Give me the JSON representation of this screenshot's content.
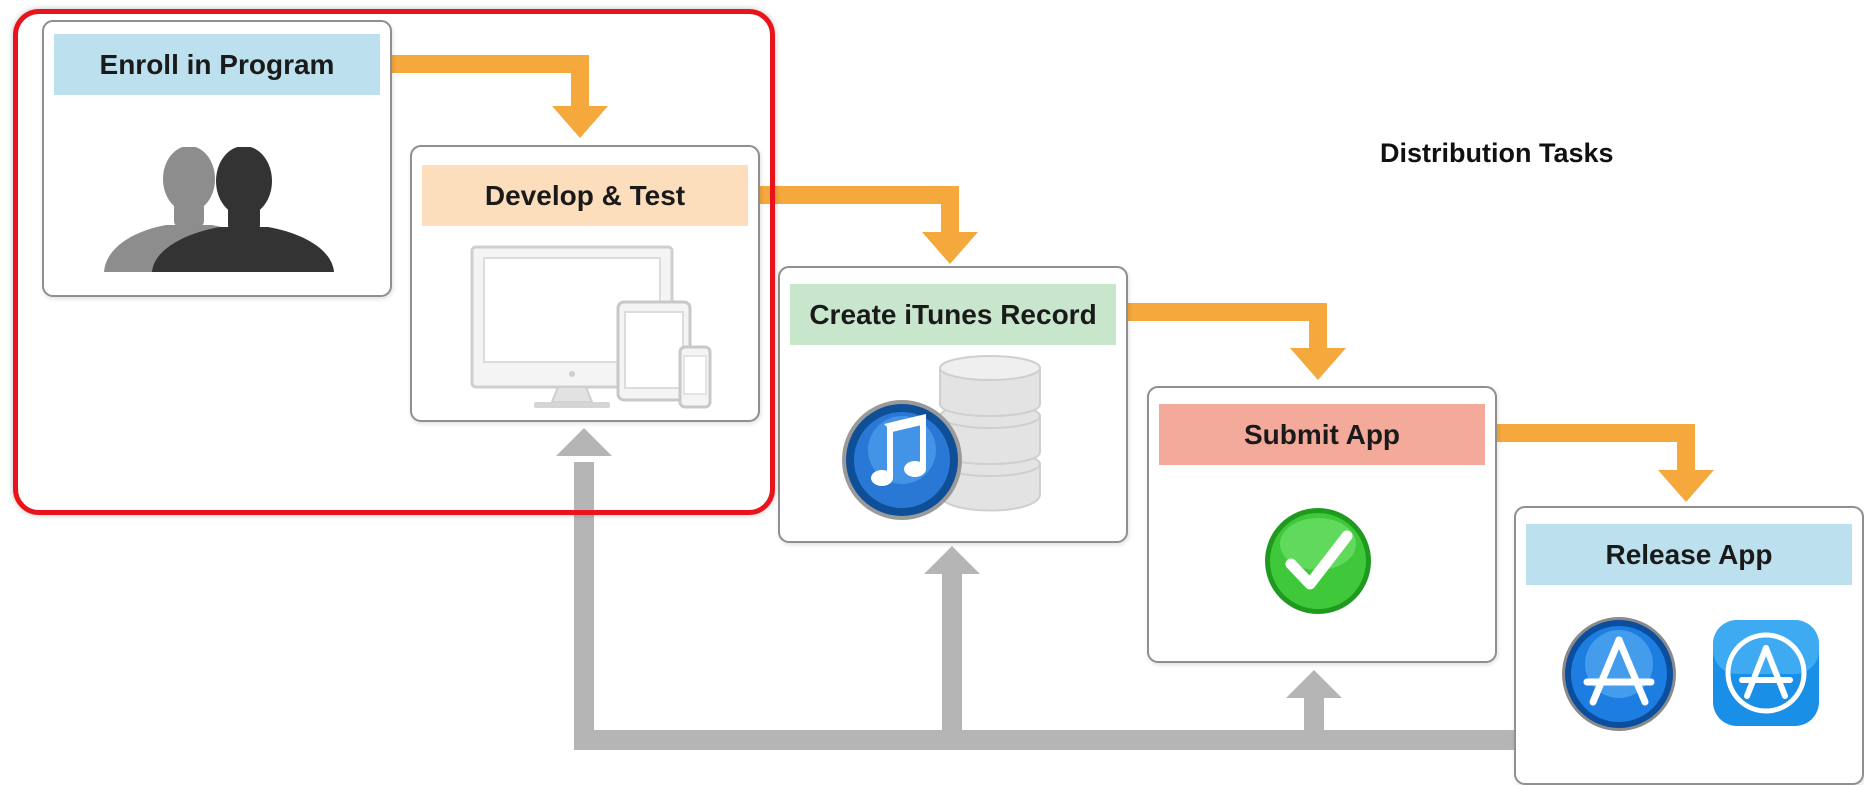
{
  "diagram": {
    "section_title": "Distribution Tasks",
    "colors": {
      "forward_arrow": "#F5A83B",
      "feedback_arrow": "#B5B5B5",
      "highlight_frame": "#E8141B",
      "card_border": "#8F8F8F"
    },
    "steps": [
      {
        "label": "Enroll in Program",
        "header_color": "#BDE0EE",
        "icon": "two-people-silhouette-icon"
      },
      {
        "label": "Develop & Test",
        "header_color": "#FCDDBC",
        "icon": "devices-icon"
      },
      {
        "label": "Create iTunes Record",
        "header_color": "#C7E6CC",
        "icon": "itunes-database-icon"
      },
      {
        "label": "Submit App",
        "header_color": "#F4AA9A",
        "icon": "green-checkmark-icon"
      },
      {
        "label": "Release App",
        "header_color": "#BDE0EE",
        "icon": "app-store-icons"
      }
    ]
  }
}
